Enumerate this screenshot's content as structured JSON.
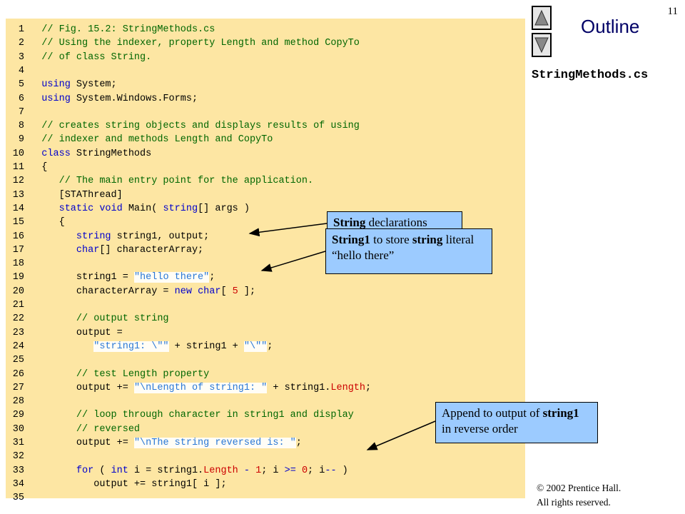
{
  "page_number": "11",
  "outline": {
    "title": "Outline",
    "prev_icon": "up-triangle-icon",
    "next_icon": "down-triangle-icon"
  },
  "filename": "StringMethods.cs",
  "code": [
    {
      "n": "1",
      "parts": [
        {
          "t": "   // Fig. 15.2: StringMethods.cs",
          "c": "cm"
        }
      ]
    },
    {
      "n": "2",
      "parts": [
        {
          "t": "   // Using the indexer, property Length and method CopyTo",
          "c": "cm"
        }
      ]
    },
    {
      "n": "3",
      "parts": [
        {
          "t": "   // of class String.",
          "c": "cm"
        }
      ]
    },
    {
      "n": "4",
      "parts": []
    },
    {
      "n": "5",
      "parts": [
        {
          "t": "   using",
          "c": "kw"
        },
        {
          "t": " System;"
        }
      ]
    },
    {
      "n": "6",
      "parts": [
        {
          "t": "   using",
          "c": "kw"
        },
        {
          "t": " System.Windows.Forms;"
        }
      ]
    },
    {
      "n": "7",
      "parts": []
    },
    {
      "n": "8",
      "parts": [
        {
          "t": "   // creates string objects and displays results of using",
          "c": "cm"
        }
      ]
    },
    {
      "n": "9",
      "parts": [
        {
          "t": "   // indexer and methods Length and CopyTo",
          "c": "cm"
        }
      ]
    },
    {
      "n": "10",
      "parts": [
        {
          "t": "   class",
          "c": "kw"
        },
        {
          "t": " StringMethods"
        }
      ]
    },
    {
      "n": "11",
      "parts": [
        {
          "t": "   {"
        }
      ]
    },
    {
      "n": "12",
      "parts": [
        {
          "t": "      // The main entry point for the application.",
          "c": "cm"
        }
      ]
    },
    {
      "n": "13",
      "parts": [
        {
          "t": "      [STAThread]"
        }
      ]
    },
    {
      "n": "14",
      "parts": [
        {
          "t": "      static",
          "c": "kw"
        },
        {
          "t": " "
        },
        {
          "t": "void",
          "c": "kw"
        },
        {
          "t": " Main( "
        },
        {
          "t": "string",
          "c": "kw"
        },
        {
          "t": "[] args )"
        }
      ]
    },
    {
      "n": "15",
      "parts": [
        {
          "t": "      {"
        }
      ]
    },
    {
      "n": "16",
      "parts": [
        {
          "t": "         string",
          "c": "kw"
        },
        {
          "t": " string1, output;"
        }
      ]
    },
    {
      "n": "17",
      "parts": [
        {
          "t": "         char",
          "c": "kw"
        },
        {
          "t": "[] characterArray;"
        }
      ]
    },
    {
      "n": "18",
      "parts": []
    },
    {
      "n": "19",
      "parts": [
        {
          "t": "         string1 = "
        },
        {
          "t": "\"hello there\"",
          "c": "st"
        },
        {
          "t": ";"
        }
      ]
    },
    {
      "n": "20",
      "parts": [
        {
          "t": "         characterArray = "
        },
        {
          "t": "new",
          "c": "kw"
        },
        {
          "t": " "
        },
        {
          "t": "char",
          "c": "kw"
        },
        {
          "t": "[ "
        },
        {
          "t": "5",
          "c": "pr"
        },
        {
          "t": " ];"
        }
      ]
    },
    {
      "n": "21",
      "parts": []
    },
    {
      "n": "22",
      "parts": [
        {
          "t": "         // output string",
          "c": "cm"
        }
      ]
    },
    {
      "n": "23",
      "parts": [
        {
          "t": "         output ="
        }
      ]
    },
    {
      "n": "24",
      "parts": [
        {
          "t": "            "
        },
        {
          "t": "\"string1: \\\"\"",
          "c": "st"
        },
        {
          "t": " + string1 + "
        },
        {
          "t": "\"\\\"\"",
          "c": "st"
        },
        {
          "t": ";"
        }
      ]
    },
    {
      "n": "25",
      "parts": []
    },
    {
      "n": "26",
      "parts": [
        {
          "t": "         // test Length property",
          "c": "cm"
        }
      ]
    },
    {
      "n": "27",
      "parts": [
        {
          "t": "         output += "
        },
        {
          "t": "\"\\nLength of string1: \"",
          "c": "st"
        },
        {
          "t": " + string1."
        },
        {
          "t": "Length",
          "c": "pr"
        },
        {
          "t": ";"
        }
      ]
    },
    {
      "n": "28",
      "parts": []
    },
    {
      "n": "29",
      "parts": [
        {
          "t": "         // loop through character in string1 and display",
          "c": "cm"
        }
      ]
    },
    {
      "n": "30",
      "parts": [
        {
          "t": "         // reversed",
          "c": "cm"
        }
      ]
    },
    {
      "n": "31",
      "parts": [
        {
          "t": "         output += "
        },
        {
          "t": "\"\\nThe string reversed is: \"",
          "c": "st"
        },
        {
          "t": ";"
        }
      ]
    },
    {
      "n": "32",
      "parts": []
    },
    {
      "n": "33",
      "parts": [
        {
          "t": "         for",
          "c": "kw"
        },
        {
          "t": " ( "
        },
        {
          "t": "int",
          "c": "kw"
        },
        {
          "t": " i = string1."
        },
        {
          "t": "Length",
          "c": "pr"
        },
        {
          "t": " "
        },
        {
          "t": "-",
          "c": "sy"
        },
        {
          "t": " "
        },
        {
          "t": "1",
          "c": "pr"
        },
        {
          "t": "; i "
        },
        {
          "t": ">=",
          "c": "sy"
        },
        {
          "t": " "
        },
        {
          "t": "0",
          "c": "pr"
        },
        {
          "t": "; i"
        },
        {
          "t": "--",
          "c": "sy"
        },
        {
          "t": " )"
        }
      ]
    },
    {
      "n": "34",
      "parts": [
        {
          "t": "            output += string1[ i ];"
        }
      ]
    },
    {
      "n": "35",
      "parts": []
    }
  ],
  "callouts": {
    "string_declarations": [
      {
        "t": "String",
        "b": true
      },
      {
        "t": " declarations",
        "b": false
      }
    ],
    "string1_literal": [
      {
        "t": "String1",
        "b": true
      },
      {
        "t": " to store ",
        "b": false
      },
      {
        "t": "string",
        "b": true
      },
      {
        "t": " literal “hello there”",
        "b": false
      }
    ],
    "append_reverse": [
      {
        "t": "Append to output of ",
        "b": false
      },
      {
        "t": "string1",
        "b": true
      },
      {
        "t": " in reverse order",
        "b": false
      }
    ]
  },
  "copyright": {
    "line1": "© 2002 Prentice Hall.",
    "line2": "All rights reserved."
  },
  "colors": {
    "panel_bg": "#fde6a3",
    "callout_bg": "#9ccbff",
    "keyword": "#0000cc",
    "comment": "#006600",
    "string": "#2a78d6",
    "number": "#cc0000"
  }
}
